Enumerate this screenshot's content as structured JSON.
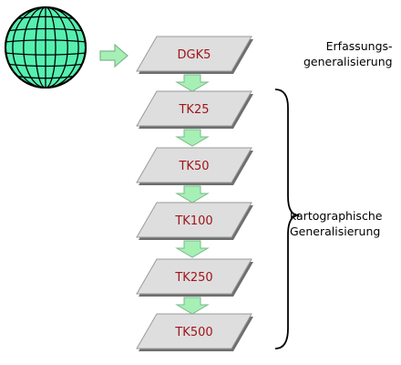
{
  "colors": {
    "globe_fill": "#55f0b0",
    "globe_stroke": "#000000",
    "arrow_fill": "#a6f0b6",
    "arrow_stroke": "#7ab88a",
    "layer_fill": "#dedede",
    "layer_stroke": "#9a9a9a",
    "layer_shadow": "#6e6e6e",
    "label_color": "#a0141c",
    "brace_color": "#000000"
  },
  "layers": [
    {
      "label": "DGK5"
    },
    {
      "label": "TK25"
    },
    {
      "label": "TK50"
    },
    {
      "label": "TK100"
    },
    {
      "label": "TK250"
    },
    {
      "label": "TK500"
    }
  ],
  "annotations": {
    "erfassung": {
      "line1": "Erfassungs-",
      "line2": "generalisierung"
    },
    "kartographisch": {
      "line1": "kartographische",
      "line2": "Generalisierung"
    }
  }
}
